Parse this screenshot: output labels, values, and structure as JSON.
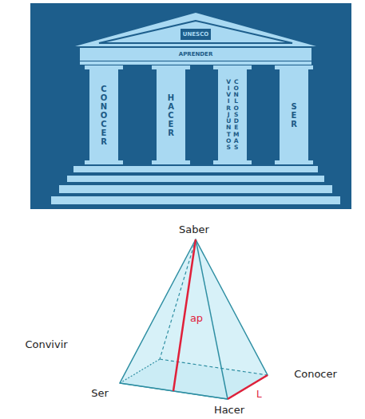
{
  "diagram": {
    "nodes": [
      {
        "text": [
          "CONOCER"
        ]
      },
      {
        "text": [
          "HACER"
        ]
      },
      {
        "text": [
          "VIVIR JUNTOS",
          "CON LOS DEMAS"
        ]
      },
      {
        "text": [
          "SER"
        ]
      }
    ],
    "labels": [
      "UNESCO",
      "APRENDER",
      "Saber",
      "Convivir",
      "Ser",
      "Hacer",
      "Conocer",
      "ap",
      "L"
    ]
  }
}
